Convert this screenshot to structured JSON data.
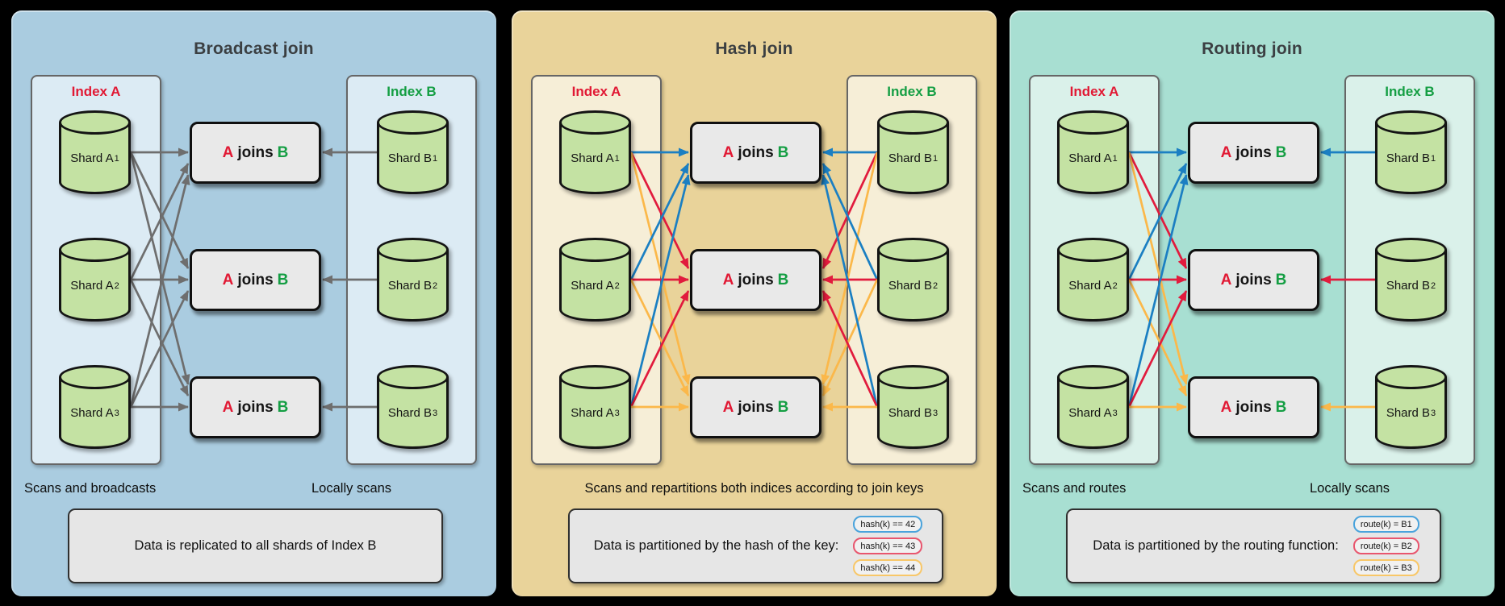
{
  "colors": {
    "arrow_gray": "#6e6e6e",
    "arrow_blue": "#1b7fc2",
    "arrow_red": "#e11b3d",
    "arrow_orange": "#fbb84a",
    "pill_blue": "#4aa3dc",
    "pill_red": "#e8566e",
    "pill_orange": "#f8c768",
    "index_red": "#e11934",
    "index_green": "#149e43",
    "shard_green": "#c4e2a3"
  },
  "panels": [
    {
      "title": "Broadcast join",
      "bg": "#aacce0",
      "inner_bg": "#dcebf4",
      "index_a": "Index A",
      "index_b": "Index B",
      "shards_a": [
        {
          "name": "Shard A",
          "sub": "1"
        },
        {
          "name": "Shard A",
          "sub": "2"
        },
        {
          "name": "Shard A",
          "sub": "3"
        }
      ],
      "shards_b": [
        {
          "name": "Shard B",
          "sub": "1"
        },
        {
          "name": "Shard B",
          "sub": "2"
        },
        {
          "name": "Shard B",
          "sub": "3"
        }
      ],
      "join_label": {
        "a": "A",
        "mid": "joins",
        "b": "B"
      },
      "caption_left": "Scans and broadcasts",
      "caption_right": "Locally scans",
      "note": "Data is replicated to all shards of Index B",
      "pills": [],
      "connections": {
        "a": [
          [
            0,
            0,
            "gray"
          ],
          [
            0,
            1,
            "gray"
          ],
          [
            0,
            2,
            "gray"
          ],
          [
            1,
            0,
            "gray"
          ],
          [
            1,
            1,
            "gray"
          ],
          [
            1,
            2,
            "gray"
          ],
          [
            2,
            0,
            "gray"
          ],
          [
            2,
            1,
            "gray"
          ],
          [
            2,
            2,
            "gray"
          ]
        ],
        "b": [
          [
            0,
            0,
            "gray"
          ],
          [
            1,
            1,
            "gray"
          ],
          [
            2,
            2,
            "gray"
          ]
        ]
      }
    },
    {
      "title": "Hash join",
      "bg": "#e9d39a",
      "inner_bg": "#f6eed7",
      "index_a": "Index A",
      "index_b": "Index B",
      "shards_a": [
        {
          "name": "Shard A",
          "sub": "1"
        },
        {
          "name": "Shard A",
          "sub": "2"
        },
        {
          "name": "Shard A",
          "sub": "3"
        }
      ],
      "shards_b": [
        {
          "name": "Shard B",
          "sub": "1"
        },
        {
          "name": "Shard B",
          "sub": "2"
        },
        {
          "name": "Shard B",
          "sub": "3"
        }
      ],
      "join_label": {
        "a": "A",
        "mid": "joins",
        "b": "B"
      },
      "caption_center": "Scans and repartitions both indices according to join keys",
      "note": "Data is partitioned by the hash of the key:",
      "pills": [
        {
          "label": "hash(k) == 42",
          "color": "blue"
        },
        {
          "label": "hash(k) == 43",
          "color": "red"
        },
        {
          "label": "hash(k) == 44",
          "color": "orange"
        }
      ],
      "connections": {
        "a": [
          [
            0,
            0,
            "blue"
          ],
          [
            0,
            1,
            "red"
          ],
          [
            0,
            2,
            "orange"
          ],
          [
            1,
            0,
            "blue"
          ],
          [
            1,
            1,
            "red"
          ],
          [
            1,
            2,
            "orange"
          ],
          [
            2,
            0,
            "blue"
          ],
          [
            2,
            1,
            "red"
          ],
          [
            2,
            2,
            "orange"
          ]
        ],
        "b": [
          [
            0,
            0,
            "blue"
          ],
          [
            0,
            1,
            "red"
          ],
          [
            0,
            2,
            "orange"
          ],
          [
            1,
            0,
            "blue"
          ],
          [
            1,
            1,
            "red"
          ],
          [
            1,
            2,
            "orange"
          ],
          [
            2,
            0,
            "blue"
          ],
          [
            2,
            1,
            "red"
          ],
          [
            2,
            2,
            "orange"
          ]
        ]
      }
    },
    {
      "title": "Routing join",
      "bg": "#a8dfd2",
      "inner_bg": "#daf1ea",
      "index_a": "Index A",
      "index_b": "Index B",
      "shards_a": [
        {
          "name": "Shard A",
          "sub": "1"
        },
        {
          "name": "Shard A",
          "sub": "2"
        },
        {
          "name": "Shard A",
          "sub": "3"
        }
      ],
      "shards_b": [
        {
          "name": "Shard B",
          "sub": "1"
        },
        {
          "name": "Shard B",
          "sub": "2"
        },
        {
          "name": "Shard B",
          "sub": "3"
        }
      ],
      "join_label": {
        "a": "A",
        "mid": "joins",
        "b": "B"
      },
      "caption_left": "Scans and routes",
      "caption_right": "Locally scans",
      "note": "Data is partitioned by the routing function:",
      "pills": [
        {
          "label": "route(k) = B1",
          "color": "blue"
        },
        {
          "label": "route(k) = B2",
          "color": "red"
        },
        {
          "label": "route(k) = B3",
          "color": "orange"
        }
      ],
      "connections": {
        "a": [
          [
            0,
            0,
            "blue"
          ],
          [
            0,
            1,
            "red"
          ],
          [
            0,
            2,
            "orange"
          ],
          [
            1,
            0,
            "blue"
          ],
          [
            1,
            1,
            "red"
          ],
          [
            1,
            2,
            "orange"
          ],
          [
            2,
            0,
            "blue"
          ],
          [
            2,
            1,
            "red"
          ],
          [
            2,
            2,
            "orange"
          ]
        ],
        "b": [
          [
            0,
            0,
            "blue"
          ],
          [
            1,
            1,
            "red"
          ],
          [
            2,
            2,
            "orange"
          ]
        ]
      }
    }
  ]
}
